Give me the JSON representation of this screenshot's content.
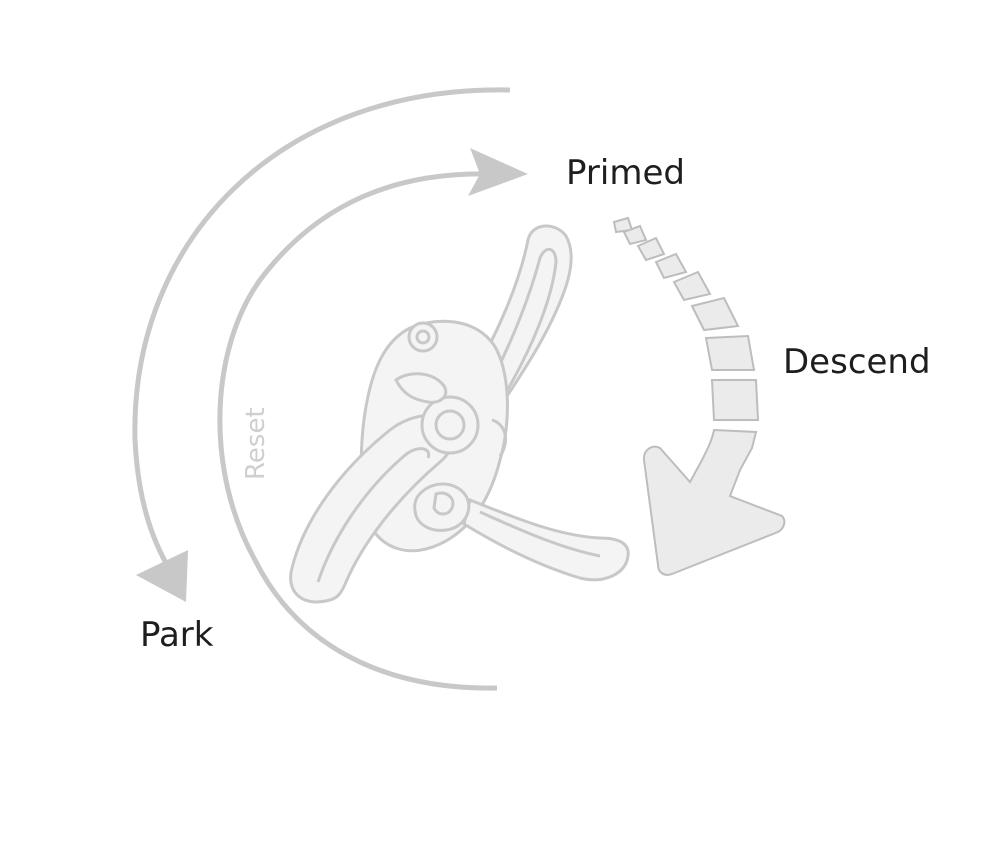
{
  "labels": {
    "primed": "Primed",
    "descend": "Descend",
    "park": "Park",
    "reset": "Reset"
  },
  "colors": {
    "arrow_stroke": "#c8c8c8",
    "device_stroke": "#c8c8c8",
    "device_fill": "#f4f4f4",
    "descend_fill": "#ebebeb",
    "descend_stroke": "#bdbdbd",
    "reset_text": "#cfcfcf",
    "label_text": "#1e1e1e"
  },
  "icons": {
    "device": "belay-device-icon",
    "primed_arrow": "arrow-clockwise-icon",
    "park_arrow": "arrow-counterclockwise-icon",
    "descend_arrow": "dashed-curved-arrow-icon"
  }
}
